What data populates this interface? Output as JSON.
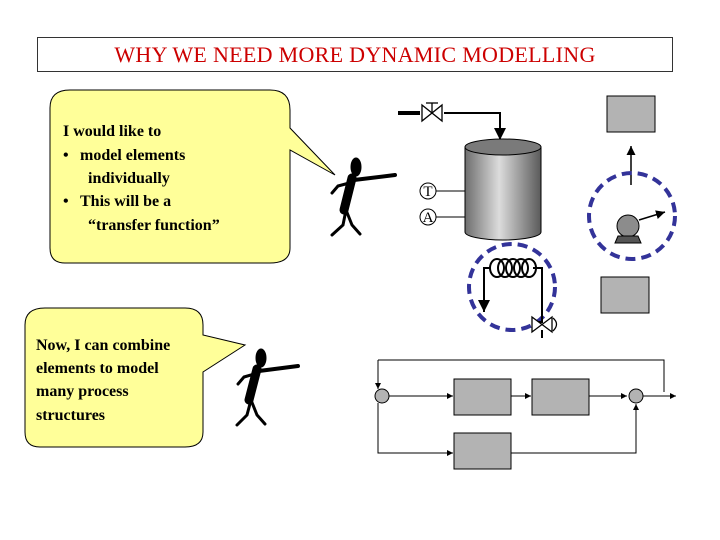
{
  "slide": {
    "title": "WHY WE NEED MORE DYNAMIC MODELLING"
  },
  "bubbles": {
    "top": {
      "line1": "I would like to",
      "bullet1_line1": "model elements",
      "bullet1_line2": "individually",
      "bullet2_line1": "This will be a",
      "bullet2_line2": "“transfer function”",
      "bullet_glyph": "•"
    },
    "bottom": {
      "line1": "Now, I can combine",
      "line2": "elements to model",
      "line3": "many process",
      "line4": "structures"
    }
  },
  "process": {
    "temperature_label": "T",
    "analyzer_label": "A"
  },
  "colors": {
    "title_text": "#cc0000",
    "bubble_fill": "#ffff99",
    "element_fill": "#b3b3b3",
    "dashed_circle": "#333399"
  }
}
